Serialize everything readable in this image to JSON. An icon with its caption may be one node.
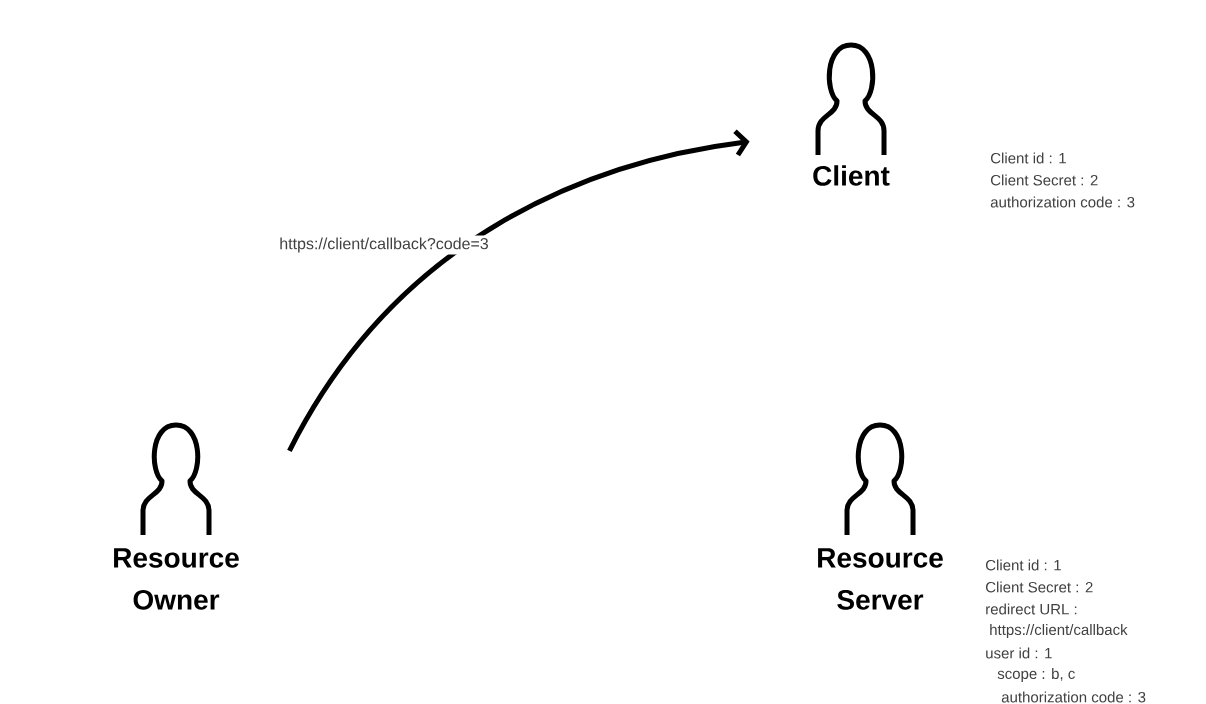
{
  "diagram": {
    "nodes": [
      {
        "text": [
          "Resource Owner"
        ]
      },
      {
        "text": [
          "Client"
        ],
        "beside": [
          "Client id : 1",
          "Client Secret : 2",
          "authorization code : 3"
        ]
      },
      {
        "text": [
          "Resource Server"
        ],
        "beside": [
          "Client id : 1",
          "Client Secret : 2",
          "redirect URL :",
          "https://client/callback",
          "user id : 1",
          "scope : b, c",
          "authorization code : 3"
        ]
      }
    ],
    "edges": [
      {
        "from": 0,
        "to": 1,
        "arrow": "to",
        "label": "https://client/callback?code=3"
      }
    ]
  }
}
